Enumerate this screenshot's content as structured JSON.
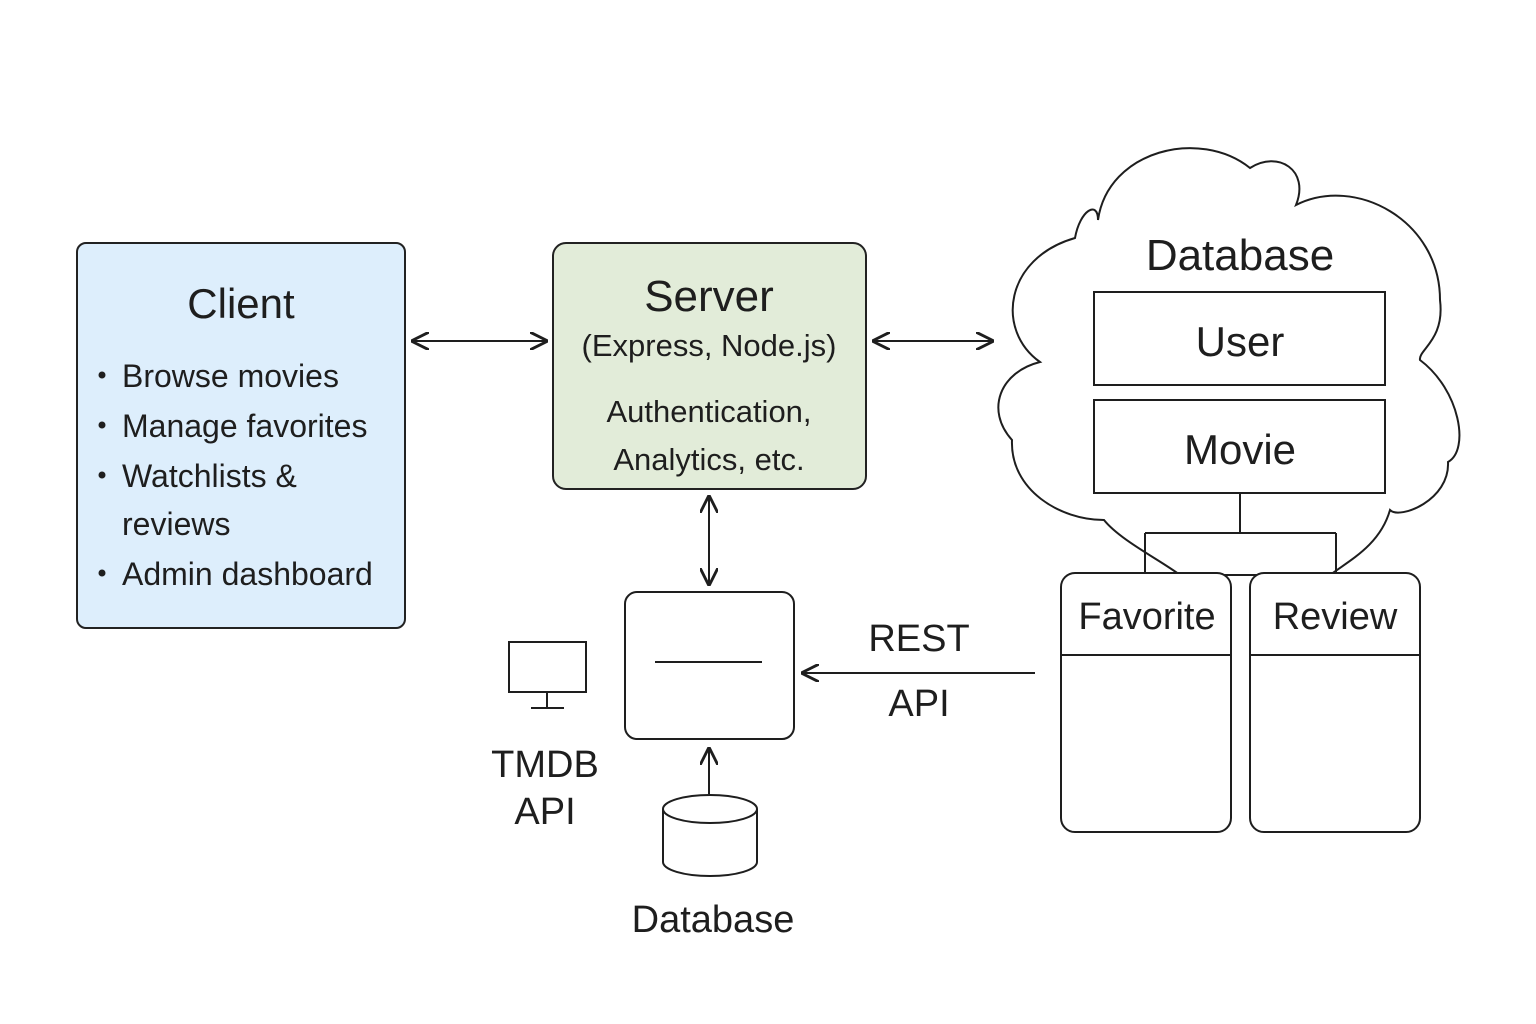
{
  "colors": {
    "client_fill": "#ddeefc",
    "server_fill": "#e2ecd9",
    "line": "#1e1e1e",
    "white": "#ffffff"
  },
  "client": {
    "title": "Client",
    "items": [
      "Browse movies",
      "Manage favorites",
      "Watchlists &",
      "reviews",
      "Admin dashboard"
    ]
  },
  "server": {
    "title": "Server",
    "subtitle": "(Express, Node.js)",
    "line1": "Authentication,",
    "line2": "Analytics, etc."
  },
  "cloud_db": {
    "title": "Database",
    "user": "User",
    "movie": "Movie"
  },
  "tables": {
    "favorite": "Favorite",
    "review": "Review"
  },
  "rest_api": {
    "line1": "REST",
    "line2": "API"
  },
  "tmdb": {
    "line1": "TMDB",
    "line2": "API",
    "icon": "monitor-icon"
  },
  "local_db": {
    "label": "Database",
    "icon": "database-cylinder-icon"
  }
}
